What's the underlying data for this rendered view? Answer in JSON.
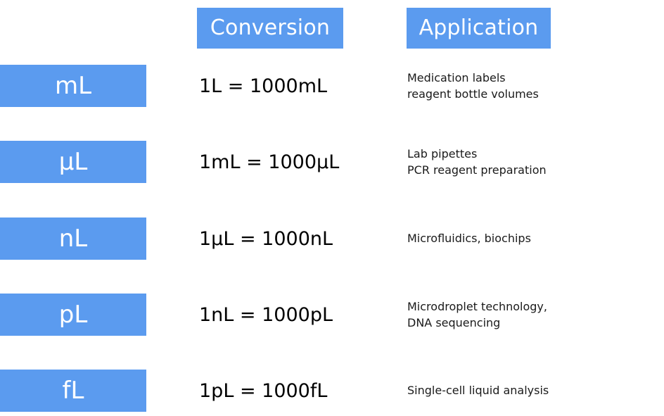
{
  "theme": {
    "accent_blue": "#5B9BEF",
    "chip_text_color": "#FFFFFF",
    "body_text_color": "#000000",
    "background": "#FFFFFF"
  },
  "headers": {
    "unit_column": "",
    "conversion": "Conversion",
    "application": "Application"
  },
  "rows": [
    {
      "unit": "mL",
      "conversion": "1L = 1000mL",
      "application_lines": [
        "Medication labels",
        "reagent bottle volumes"
      ]
    },
    {
      "unit": "µL",
      "conversion": "1mL = 1000µL",
      "application_lines": [
        "Lab pipettes",
        "PCR reagent preparation"
      ]
    },
    {
      "unit": "nL",
      "conversion": "1µL = 1000nL",
      "application_lines": [
        "Microfluidics, biochips",
        ""
      ]
    },
    {
      "unit": "pL",
      "conversion": "1nL = 1000pL",
      "application_lines": [
        "Microdroplet technology,",
        "DNA sequencing"
      ]
    },
    {
      "unit": "fL",
      "conversion": "1pL = 1000fL",
      "application_lines": [
        "Single-cell liquid analysis",
        ""
      ]
    }
  ],
  "layout": {
    "row_tops": [
      92,
      200,
      309,
      417,
      525
    ]
  }
}
